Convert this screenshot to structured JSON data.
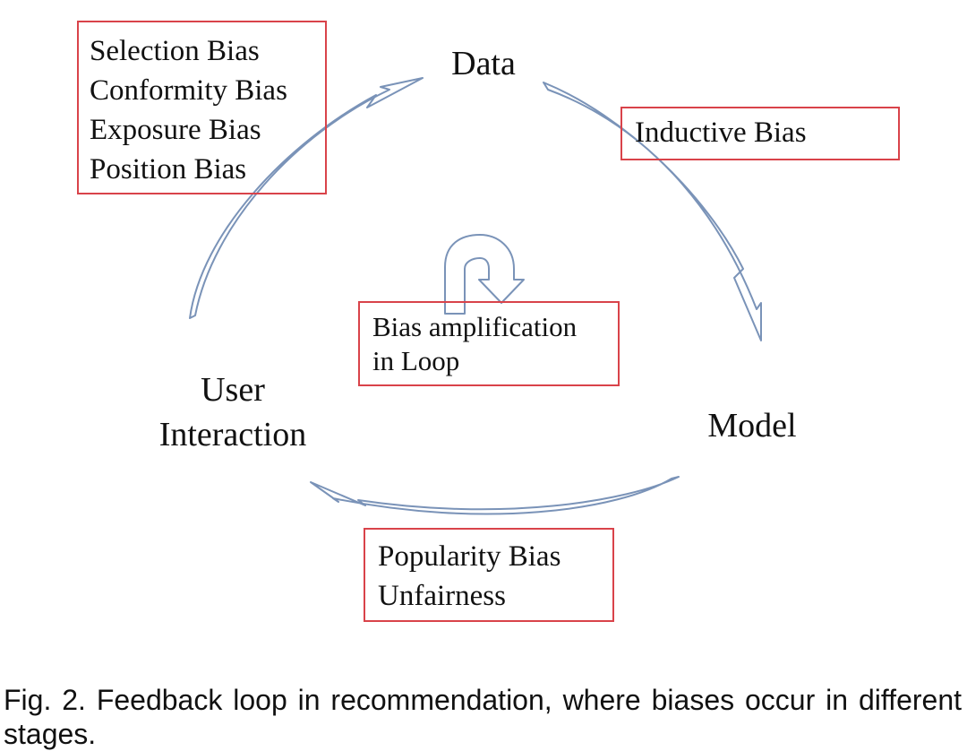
{
  "nodes": {
    "data": "Data",
    "model": "Model",
    "user_interaction": [
      "User",
      "Interaction"
    ]
  },
  "bias_boxes": {
    "data_stage": [
      "Selection Bias",
      "Conformity Bias",
      "Exposure Bias",
      "Position Bias"
    ],
    "model_stage": [
      "Inductive Bias"
    ],
    "user_stage": [
      "Popularity Bias",
      "Unfairness"
    ],
    "loop": [
      "Bias amplification",
      "in Loop"
    ]
  },
  "caption": "Fig. 2. Feedback loop in recommendation, where biases occur in different stages.",
  "colors": {
    "box_border": "#d9434a",
    "arrow_stroke": "#7a93b8"
  },
  "icons": [
    "curved-arrow-icon",
    "u-turn-arrow-icon"
  ]
}
